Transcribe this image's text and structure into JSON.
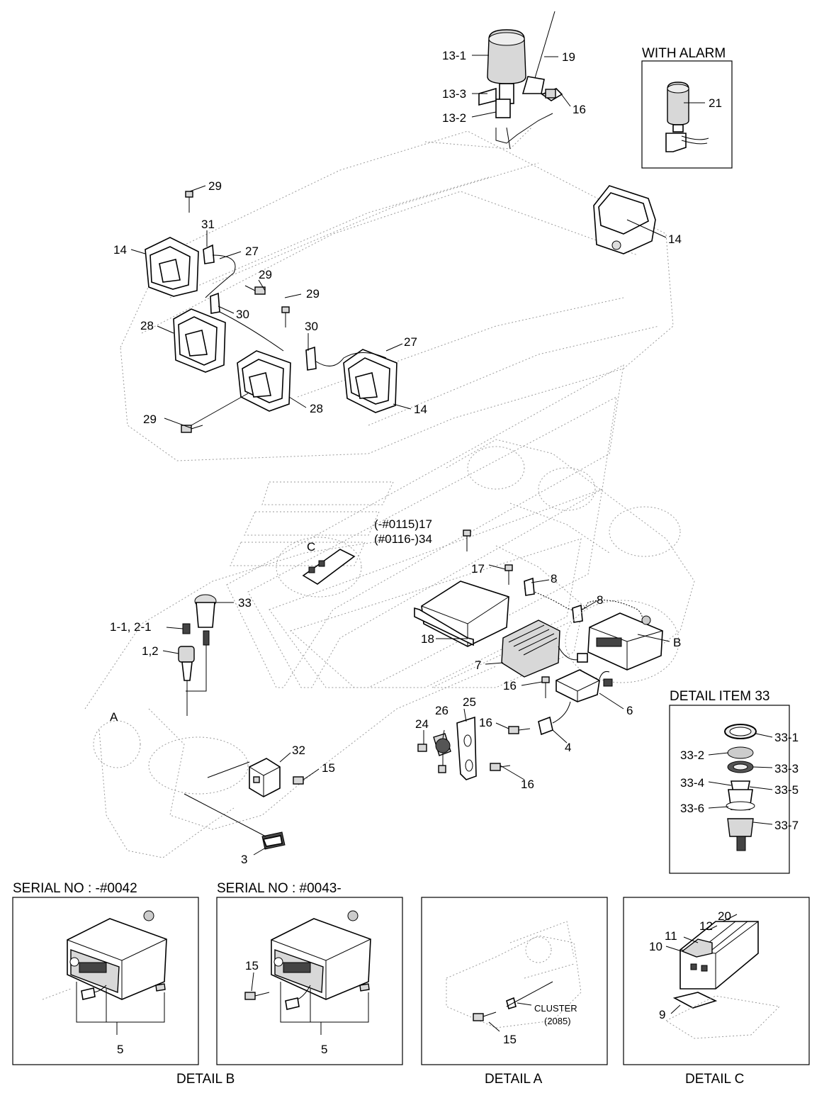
{
  "titles": {
    "with_alarm": "WITH ALARM",
    "detail_item_33": "DETAIL ITEM 33",
    "serial_a": "SERIAL NO : -#0042",
    "serial_b": "SERIAL NO : #0043-",
    "detail_b": "DETAIL B",
    "detail_a": "DETAIL A",
    "detail_c": "DETAIL C",
    "cluster": "CLUSTER",
    "cluster_num": "(2085)"
  },
  "labels": {
    "l13_1": "13-1",
    "l19": "19",
    "l13_3": "13-3",
    "l16a": "16",
    "l13_2": "13-2",
    "l21": "21",
    "l29a": "29",
    "l31": "31",
    "l14a": "14",
    "l27a": "27",
    "l29b": "29",
    "l29c": "29",
    "l30a": "30",
    "l28a": "28",
    "l30b": "30",
    "l27b": "27",
    "l28b": "28",
    "l14b": "14",
    "l29d": "29",
    "l14c": "14",
    "l17_34a": "(-#0115)17",
    "l17_34b": "(#0116-)34",
    "lC": "C",
    "l17": "17",
    "l8a": "8",
    "l8b": "8",
    "l33": "33",
    "l1_1": "1-1, 2-1",
    "l1_2": "1,2",
    "lB": "B",
    "l18": "18",
    "l7": "7",
    "l16b": "16",
    "l6": "6",
    "lA": "A",
    "l26": "26",
    "l25": "25",
    "l24": "24",
    "l16c": "16",
    "l4": "4",
    "l32": "32",
    "l15a": "15",
    "l16d": "16",
    "l3": "3",
    "l33_1": "33-1",
    "l33_2": "33-2",
    "l33_3": "33-3",
    "l33_4": "33-4",
    "l33_5": "33-5",
    "l33_6": "33-6",
    "l33_7": "33-7",
    "l5a": "5",
    "l15b": "15",
    "l5b": "5",
    "l15c": "15",
    "l20": "20",
    "l12": "12",
    "l11": "11",
    "l10": "10",
    "l9": "9"
  }
}
